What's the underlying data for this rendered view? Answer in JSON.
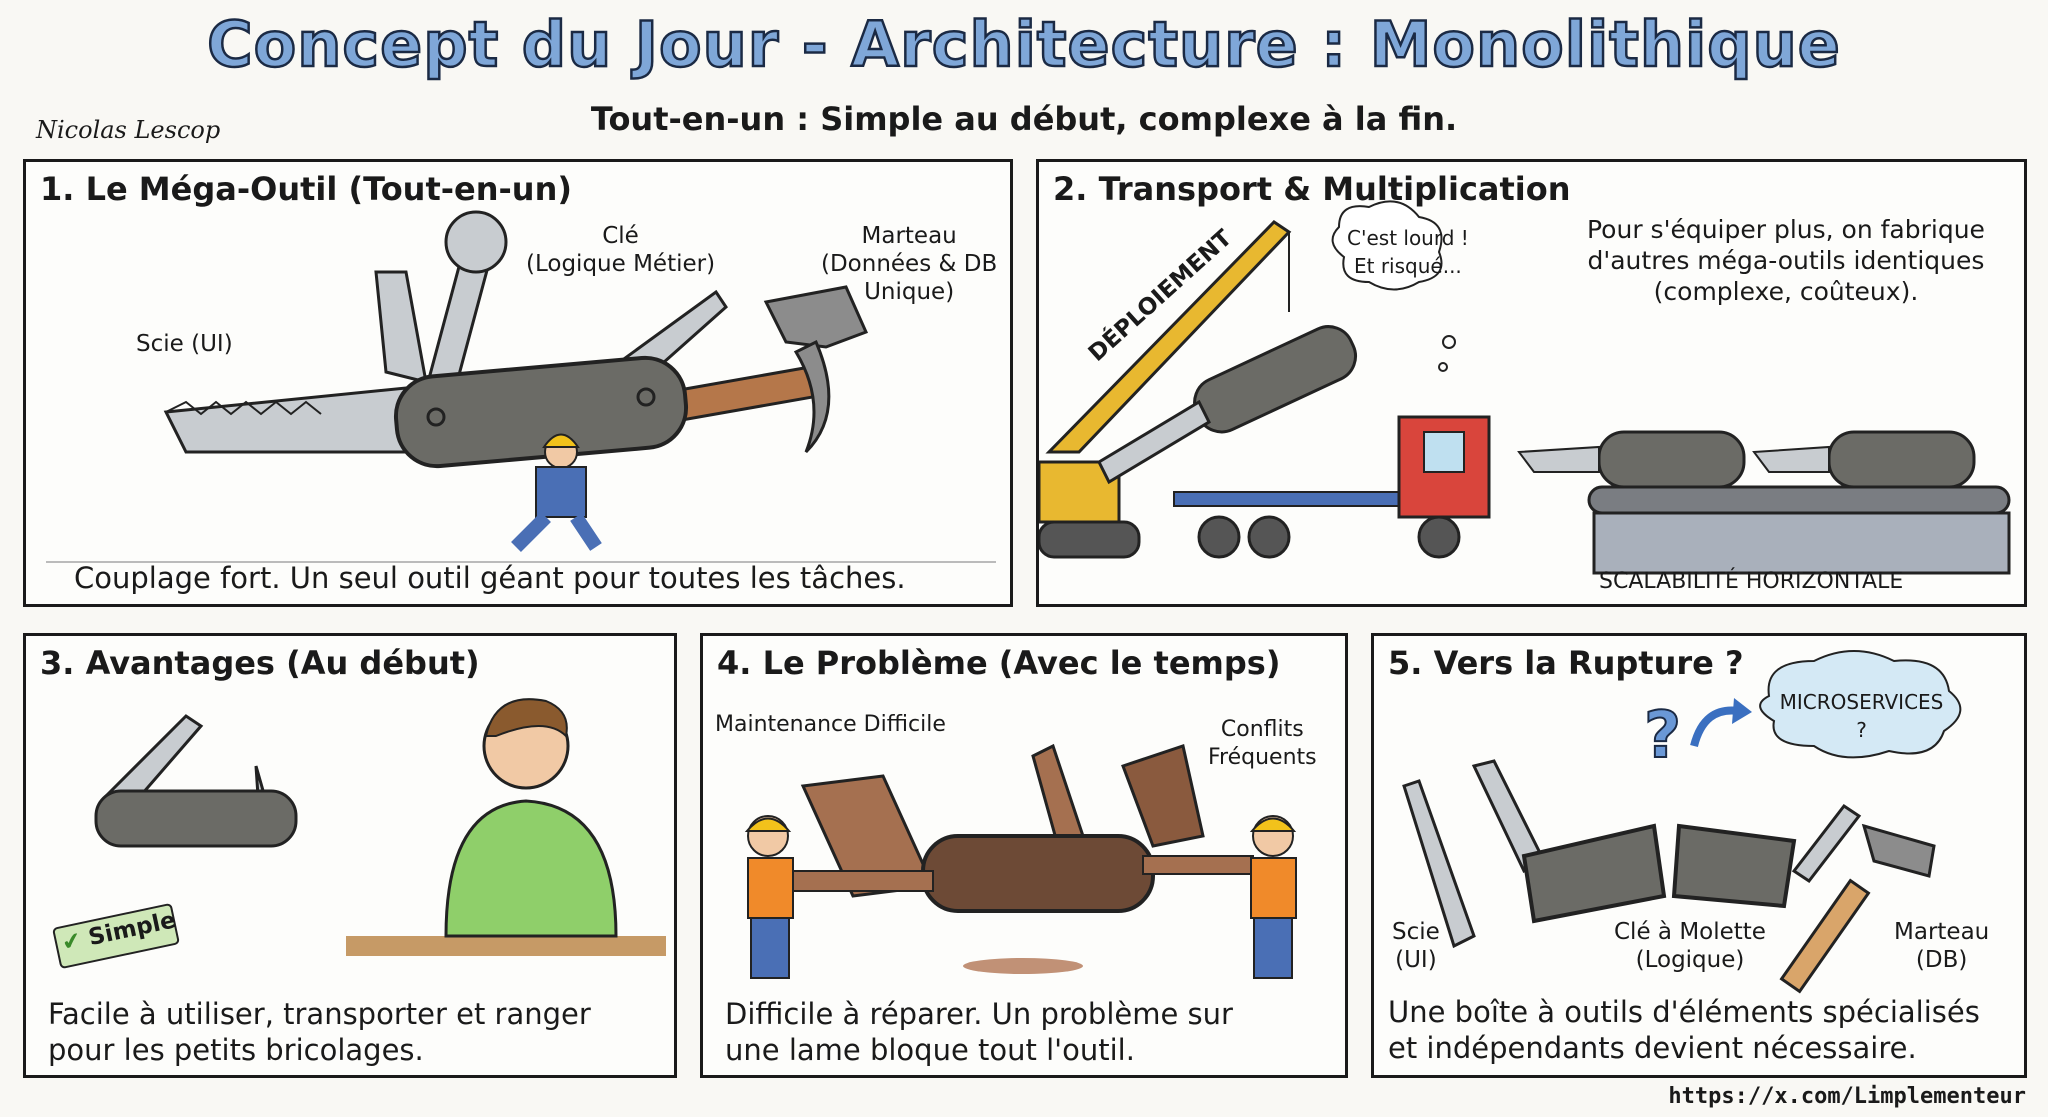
{
  "header": {
    "title": "Concept du Jour - Architecture : Monolithique",
    "subtitle": "Tout-en-un : Simple au début, complexe à la fin.",
    "author": "Nicolas Lescop"
  },
  "panels": [
    {
      "title": "1. Le Méga-Outil (Tout-en-un)",
      "labels": {
        "saw": "Scie (UI)",
        "wrench_1": "Clé",
        "wrench_2": "(Logique Métier)",
        "hammer_1": "Marteau",
        "hammer_2": "(Données & DB",
        "hammer_3": "Unique)"
      },
      "caption": "Couplage fort. Un seul outil géant pour toutes les tâches."
    },
    {
      "title": "2. Transport & Multiplication",
      "crane_label": "DÉPLOIEMENT",
      "bubble_1": "C'est lourd !",
      "bubble_2": "Et risqué...",
      "note_1": "Pour s'équiper plus, on fabrique",
      "note_2": "d'autres méga-outils identiques",
      "note_3": "(complexe, coûteux).",
      "scaling_label": "SCALABILITÉ HORIZONTALE"
    },
    {
      "title": "3. Avantages (Au début)",
      "badge": "Simple",
      "caption_1": "Facile à utiliser, transporter et ranger",
      "caption_2": "pour les petits bricolages."
    },
    {
      "title": "4. Le Problème (Avec le temps)",
      "label_left": "Maintenance Difficile",
      "label_right_1": "Conflits",
      "label_right_2": "Fréquents",
      "caption_1": "Difficile à réparer. Un problème sur",
      "caption_2": "une lame bloque tout l'outil."
    },
    {
      "title": "5. Vers la Rupture ?",
      "cloud": "MICROSERVICES ?",
      "question": "?",
      "saw_1": "Scie",
      "saw_2": "(UI)",
      "wrench_1": "Clé à Molette",
      "wrench_2": "(Logique)",
      "hammer_1": "Marteau",
      "hammer_2": "(DB)",
      "caption_1": "Une boîte à outils d'éléments spécialisés",
      "caption_2": "et indépendants devient nécessaire."
    }
  ],
  "footer": {
    "url": "https://x.com/Limplementeur"
  },
  "colors": {
    "title_fill": "#7fa7d8",
    "tool_body": "#6b6b66",
    "blade": "#c8ccd0",
    "handle": "#b5774a",
    "crane": "#e8b830",
    "truck": "#d9453c",
    "helmet": "#f2c21b",
    "rust": "#9a4a1e"
  }
}
